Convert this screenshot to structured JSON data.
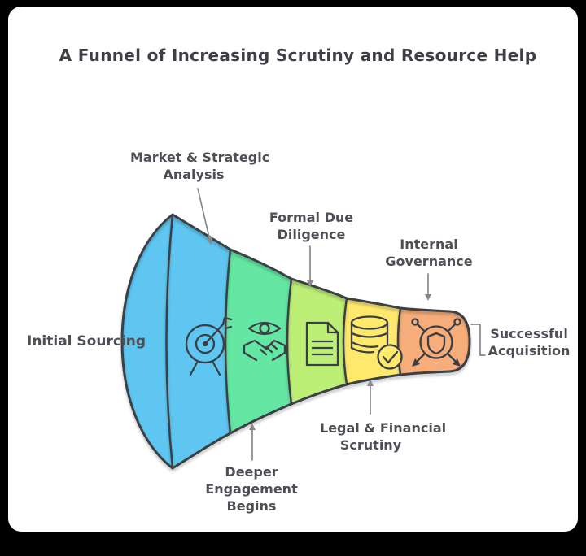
{
  "title": "A Funnel of Increasing Scrutiny and Resource Help",
  "colors": {
    "background": "#000000",
    "canvas": "#ffffff",
    "outline": "#3a3f45",
    "leader": "#87878f",
    "title_text": "#3e3e46",
    "label_text": "#4e4e56"
  },
  "stages": [
    {
      "name": "Initial Sourcing",
      "lines": [
        "Initial Sourcing"
      ],
      "color": "#5ec6f1",
      "icon": "none"
    },
    {
      "name": "Market & Strategic Analysis",
      "lines": [
        "Market & Strategic",
        "Analysis"
      ],
      "color": "#5ec6f1",
      "icon": "target-icon"
    },
    {
      "name": "Deeper Engagement Begins",
      "lines": [
        "Deeper",
        "Engagement",
        "Begins"
      ],
      "color": "#63e7a2",
      "icon": "handshake-eye-icon"
    },
    {
      "name": "Formal Due Diligence",
      "lines": [
        "Formal Due",
        "Diligence"
      ],
      "color": "#bdee76",
      "icon": "document-icon"
    },
    {
      "name": "Legal & Financial Scrutiny",
      "lines": [
        "Legal & Financial",
        "Scrutiny"
      ],
      "color": "#ffe96d",
      "icon": "database-check-icon"
    },
    {
      "name": "Internal Governance",
      "lines": [
        "Internal",
        "Governance"
      ],
      "color": "#f6ad79",
      "icon": "shield-arrows-icon"
    },
    {
      "name": "Successful Acquisition",
      "lines": [
        "Successful",
        "Acquisition"
      ],
      "icon": "none"
    }
  ]
}
